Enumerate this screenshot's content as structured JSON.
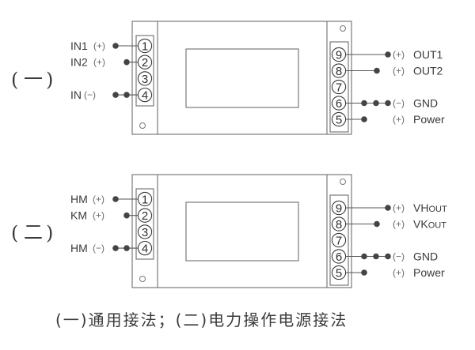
{
  "caption": "(一)通用接法；(二)电力操作电源接法",
  "diagrams": [
    {
      "tag": "(一)",
      "tag_open": "(",
      "tag_mark": "一",
      "tag_close": ")",
      "left_terminals": [
        "1",
        "2",
        "3",
        "4"
      ],
      "right_terminals": [
        "9",
        "8",
        "7",
        "6",
        "5"
      ],
      "inputs": [
        {
          "terminal": "1",
          "name": "IN1",
          "sign": "(+)",
          "dots": 1
        },
        {
          "terminal": "2",
          "name": "IN2",
          "sign": "(+)",
          "dots": 1
        },
        {
          "terminal": "4",
          "name": "IN",
          "sign": "(−)",
          "dots": 2
        }
      ],
      "outputs": [
        {
          "terminal": "9",
          "sign": "(+)",
          "name": "OUT1",
          "dots": 1
        },
        {
          "terminal": "8",
          "sign": "(+)",
          "name": "OUT2",
          "dots": 1
        },
        {
          "terminal": "6",
          "sign": "(−)",
          "name": "GND",
          "dots": 3
        },
        {
          "terminal": "5",
          "sign": "(+)",
          "name": "Power",
          "dots": 1
        }
      ]
    },
    {
      "tag": "(二)",
      "tag_open": "(",
      "tag_mark": "二",
      "tag_close": ")",
      "left_terminals": [
        "1",
        "2",
        "3",
        "4"
      ],
      "right_terminals": [
        "9",
        "8",
        "7",
        "6",
        "5"
      ],
      "inputs": [
        {
          "terminal": "1",
          "name": "HM",
          "sign": "(+)",
          "dots": 1
        },
        {
          "terminal": "2",
          "name": "KM",
          "sign": "(+)",
          "dots": 1
        },
        {
          "terminal": "4",
          "name": "HM",
          "sign": "(−)",
          "dots": 2
        }
      ],
      "outputs": [
        {
          "terminal": "9",
          "sign": "(+)",
          "name": "VH",
          "name_sub": "OUT",
          "dots": 1
        },
        {
          "terminal": "8",
          "sign": "(+)",
          "name": "VK",
          "name_sub": "OUT",
          "dots": 1
        },
        {
          "terminal": "6",
          "sign": "(−)",
          "name": "GND",
          "dots": 3
        },
        {
          "terminal": "5",
          "sign": "(+)",
          "name": "Power",
          "dots": 1
        }
      ]
    }
  ]
}
